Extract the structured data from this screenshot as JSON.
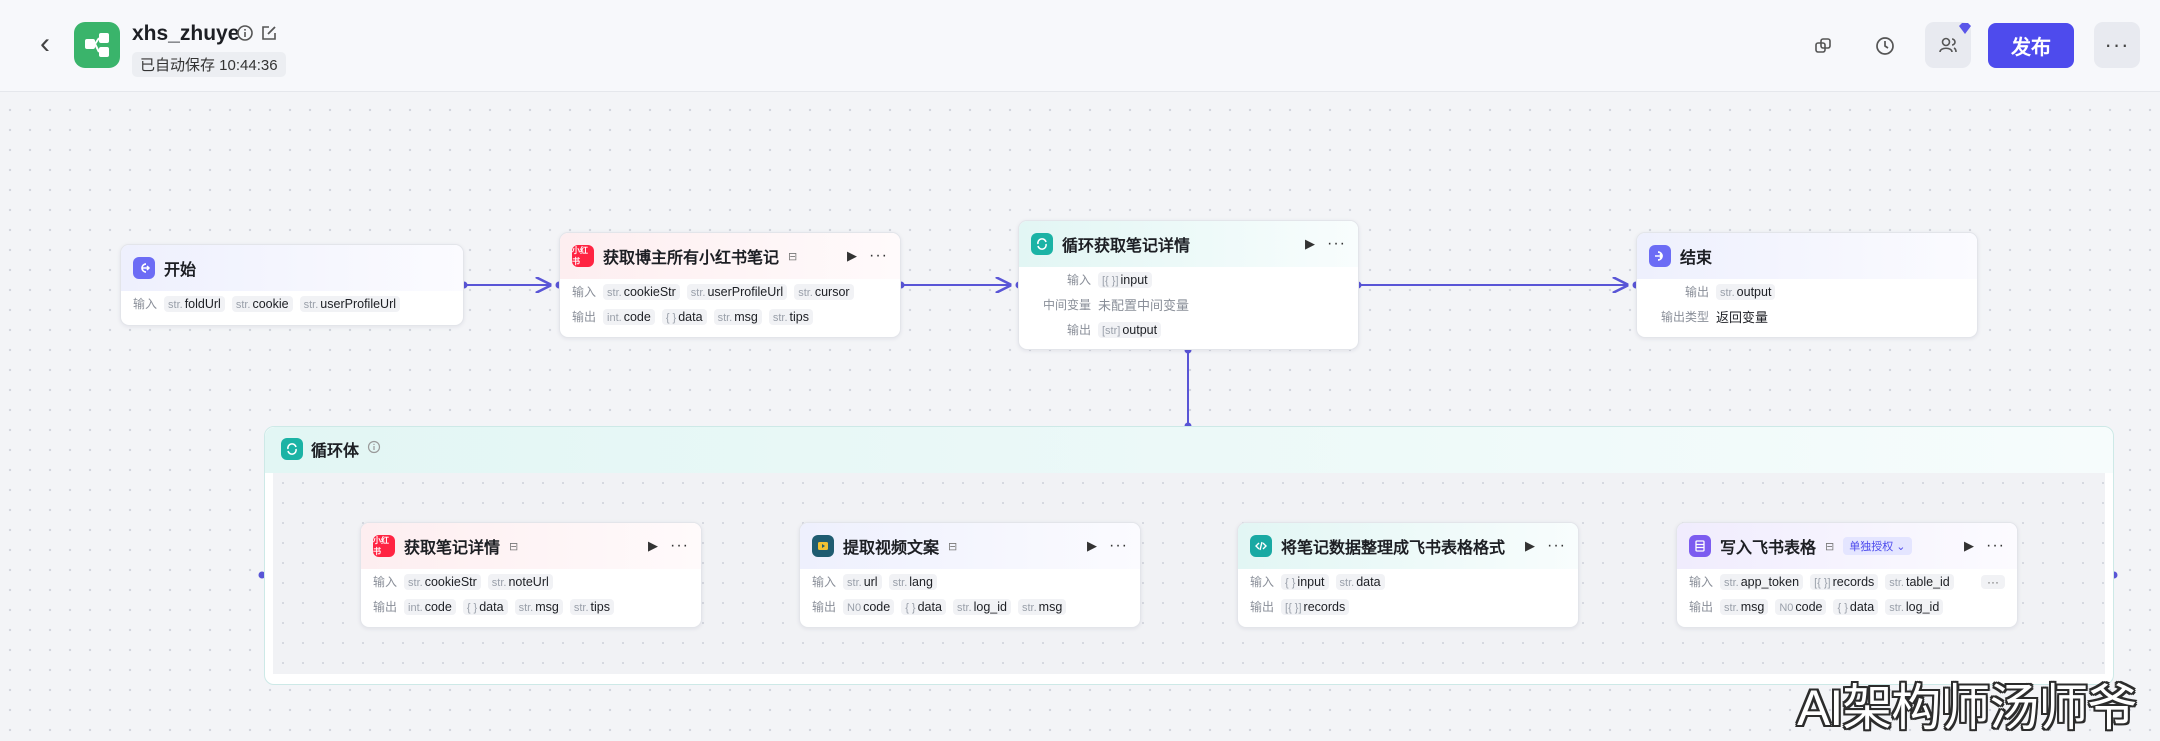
{
  "header": {
    "title": "xhs_zhuye",
    "autosave": "已自动保存 10:44:36",
    "publish_label": "发布",
    "icons": {
      "back": "back-chevron-icon",
      "info": "info-icon",
      "edit": "edit-icon",
      "copy": "copy-icon",
      "history": "history-icon",
      "collab": "collaborators-icon",
      "more": "more-icon"
    }
  },
  "colors": {
    "accent": "#4e4bed",
    "edge": "#5955d6",
    "start_icon": "#6c6cf5",
    "xhs_icon": "#ff2442",
    "loop_icon": "#1bb3a5",
    "code_icon": "#19a9a3",
    "sheet_icon": "#7c5cf0",
    "video_icon": "#1f5c70"
  },
  "nodes": {
    "start": {
      "title": "开始",
      "input_label": "输入",
      "inputs": [
        {
          "type": "str.",
          "name": "foldUrl"
        },
        {
          "type": "str.",
          "name": "cookie"
        },
        {
          "type": "str.",
          "name": "userProfileUrl"
        }
      ]
    },
    "get_notes": {
      "title": "获取博主所有小红书笔记",
      "icon_text": "小红书",
      "input_label": "输入",
      "output_label": "输出",
      "inputs": [
        {
          "type": "str.",
          "name": "cookieStr"
        },
        {
          "type": "str.",
          "name": "userProfileUrl"
        },
        {
          "type": "str.",
          "name": "cursor"
        }
      ],
      "outputs": [
        {
          "type": "int.",
          "name": "code"
        },
        {
          "type": "{ }",
          "name": "data"
        },
        {
          "type": "str.",
          "name": "msg"
        },
        {
          "type": "str.",
          "name": "tips"
        }
      ]
    },
    "loop": {
      "title": "循环获取笔记详情",
      "input_label": "输入",
      "mid_label": "中间变量",
      "output_label": "输出",
      "inputs": [
        {
          "type": "[{ }]",
          "name": "input"
        }
      ],
      "mid_value": "未配置中间变量",
      "outputs": [
        {
          "type": "[str]",
          "name": "output"
        }
      ]
    },
    "end": {
      "title": "结束",
      "output_label": "输出",
      "output_type_label": "输出类型",
      "outputs": [
        {
          "type": "str.",
          "name": "output"
        }
      ],
      "output_type": "返回变量"
    }
  },
  "loop_body": {
    "title": "循环体",
    "nodes": {
      "note_detail": {
        "title": "获取笔记详情",
        "icon_text": "小红书",
        "input_label": "输入",
        "output_label": "输出",
        "inputs": [
          {
            "type": "str.",
            "name": "cookieStr"
          },
          {
            "type": "str.",
            "name": "noteUrl"
          }
        ],
        "outputs": [
          {
            "type": "int.",
            "name": "code"
          },
          {
            "type": "{ }",
            "name": "data"
          },
          {
            "type": "str.",
            "name": "msg"
          },
          {
            "type": "str.",
            "name": "tips"
          }
        ]
      },
      "video_text": {
        "title": "提取视频文案",
        "input_label": "输入",
        "output_label": "输出",
        "inputs": [
          {
            "type": "str.",
            "name": "url"
          },
          {
            "type": "str.",
            "name": "lang"
          }
        ],
        "outputs": [
          {
            "type": "N0",
            "name": "code"
          },
          {
            "type": "{ }",
            "name": "data"
          },
          {
            "type": "str.",
            "name": "log_id"
          },
          {
            "type": "str.",
            "name": "msg"
          }
        ]
      },
      "format_data": {
        "title": "将笔记数据整理成飞书表格格式",
        "input_label": "输入",
        "output_label": "输出",
        "inputs": [
          {
            "type": "{ }",
            "name": "input"
          },
          {
            "type": "str.",
            "name": "data"
          }
        ],
        "outputs": [
          {
            "type": "[{ }]",
            "name": "records"
          }
        ]
      },
      "write_sheet": {
        "title": "写入飞书表格",
        "auth_badge": "单独授权",
        "input_label": "输入",
        "output_label": "输出",
        "inputs": [
          {
            "type": "str.",
            "name": "app_token"
          },
          {
            "type": "[{ }]",
            "name": "records"
          },
          {
            "type": "str.",
            "name": "table_id"
          }
        ],
        "inputs_more": "···",
        "outputs": [
          {
            "type": "str.",
            "name": "msg"
          },
          {
            "type": "N0",
            "name": "code"
          },
          {
            "type": "{ }",
            "name": "data"
          },
          {
            "type": "str.",
            "name": "log_id"
          }
        ]
      }
    }
  },
  "watermark": "AI架构师汤师爷"
}
